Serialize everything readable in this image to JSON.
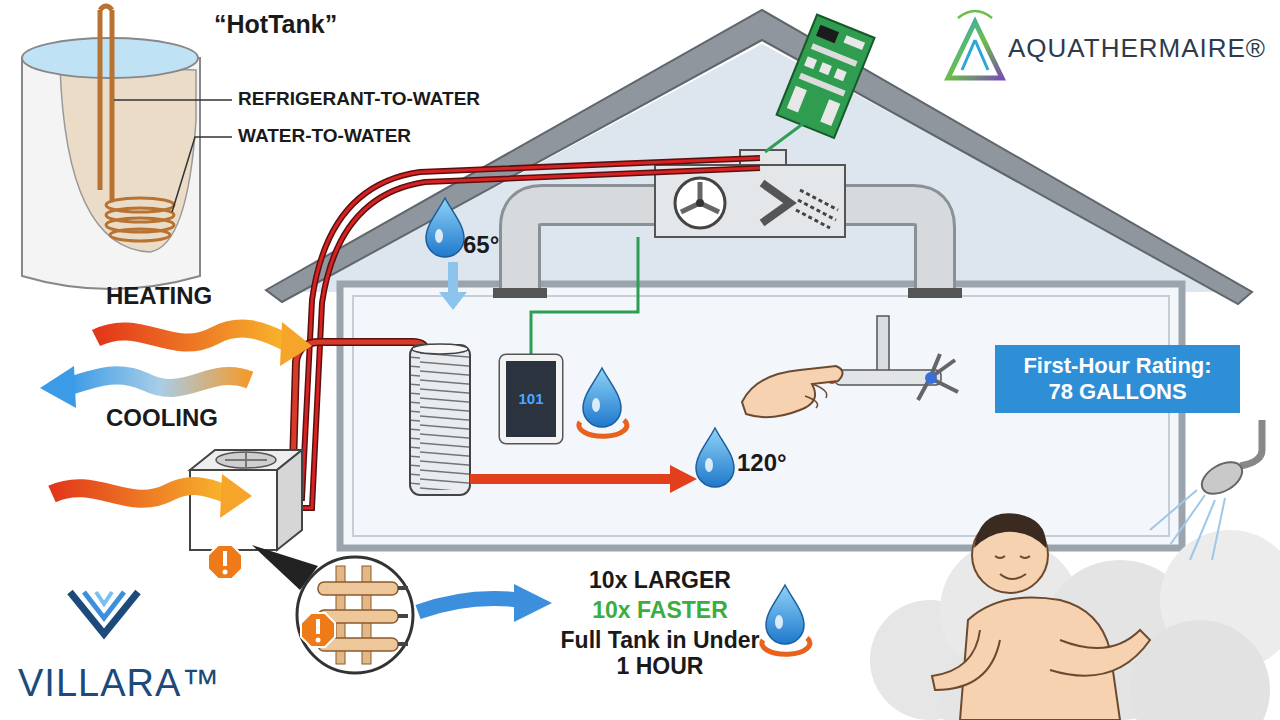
{
  "diagram": {
    "nodes": [
      {
        "text": [
          "101"
        ]
      },
      {
        "text": [
          "First-Hour Rating: 78 GALLONS"
        ]
      }
    ],
    "labels": [
      "“HotTank”",
      "REFRIGERANT-TO-WATER",
      "WATER-TO-WATER",
      "AQUATHERMAIRE®",
      "HEATING",
      "COOLING",
      "65°",
      "120°",
      "10x LARGER",
      "10x FASTER",
      "Full Tank in Under 1 HOUR",
      "VILLARA™"
    ]
  }
}
